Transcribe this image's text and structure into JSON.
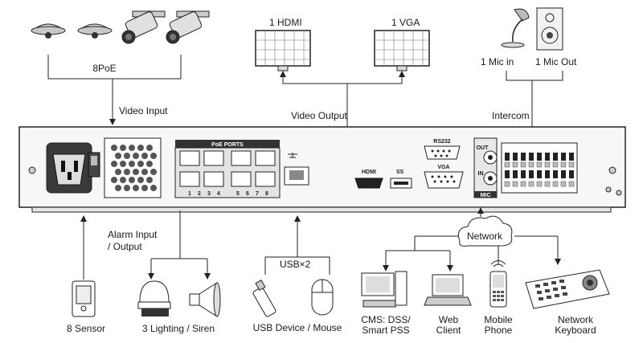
{
  "labels": {
    "poe": "8PoE",
    "video_input": "Video Input",
    "hdmi": "1 HDMI",
    "vga": "1 VGA",
    "video_output": "Video Output",
    "mic_in": "1 Mic in",
    "mic_out": "1 Mic Out",
    "intercom": "Intercom",
    "poe_ports": "PoE PORTS",
    "rs232": "RS232",
    "vga_port": "VGA",
    "hdmi_port": "HDMI",
    "usb_port": "SS",
    "audio_out": "OUT",
    "audio_in": "IN",
    "mic": "MIC",
    "alarm_line1": "Alarm Input",
    "alarm_line2": "/ Output",
    "usb_x2": "USB×2",
    "network": "Network",
    "sensor": "8 Sensor",
    "lighting": "3 Lighting / Siren",
    "usb_device": "USB Device / Mouse",
    "cms_line1": "CMS: DSS/",
    "cms_line2": "Smart PSS",
    "web_line1": "Web",
    "web_line2": "Client",
    "mobile_line1": "Mobile",
    "mobile_line2": "Phone",
    "keyboard_line1": "Network",
    "keyboard_line2": "Keyboard"
  },
  "port_numbers": [
    "1",
    "2",
    "3",
    "4",
    "5",
    "6",
    "7",
    "8"
  ]
}
